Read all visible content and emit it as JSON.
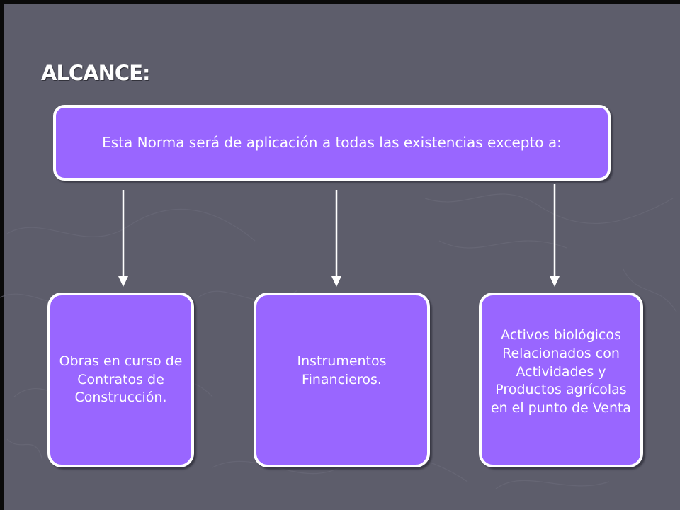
{
  "title": "ALCANCE:",
  "top_box": {
    "text": "Esta Norma será de aplicación  a todas las existencias  excepto a:"
  },
  "boxes": [
    {
      "text": "Obras en curso de\nContratos de\nConstrucción."
    },
    {
      "text": "Instrumentos\nFinancieros."
    },
    {
      "text": "Activos biológicos\nRelacionados con\nActividades y\nProductos agrícolas\nen el punto de Venta"
    }
  ],
  "colors": {
    "background": "#5d5d6b",
    "box_fill": "#9966ff",
    "box_border": "#ffffff",
    "text": "#ffffff"
  }
}
